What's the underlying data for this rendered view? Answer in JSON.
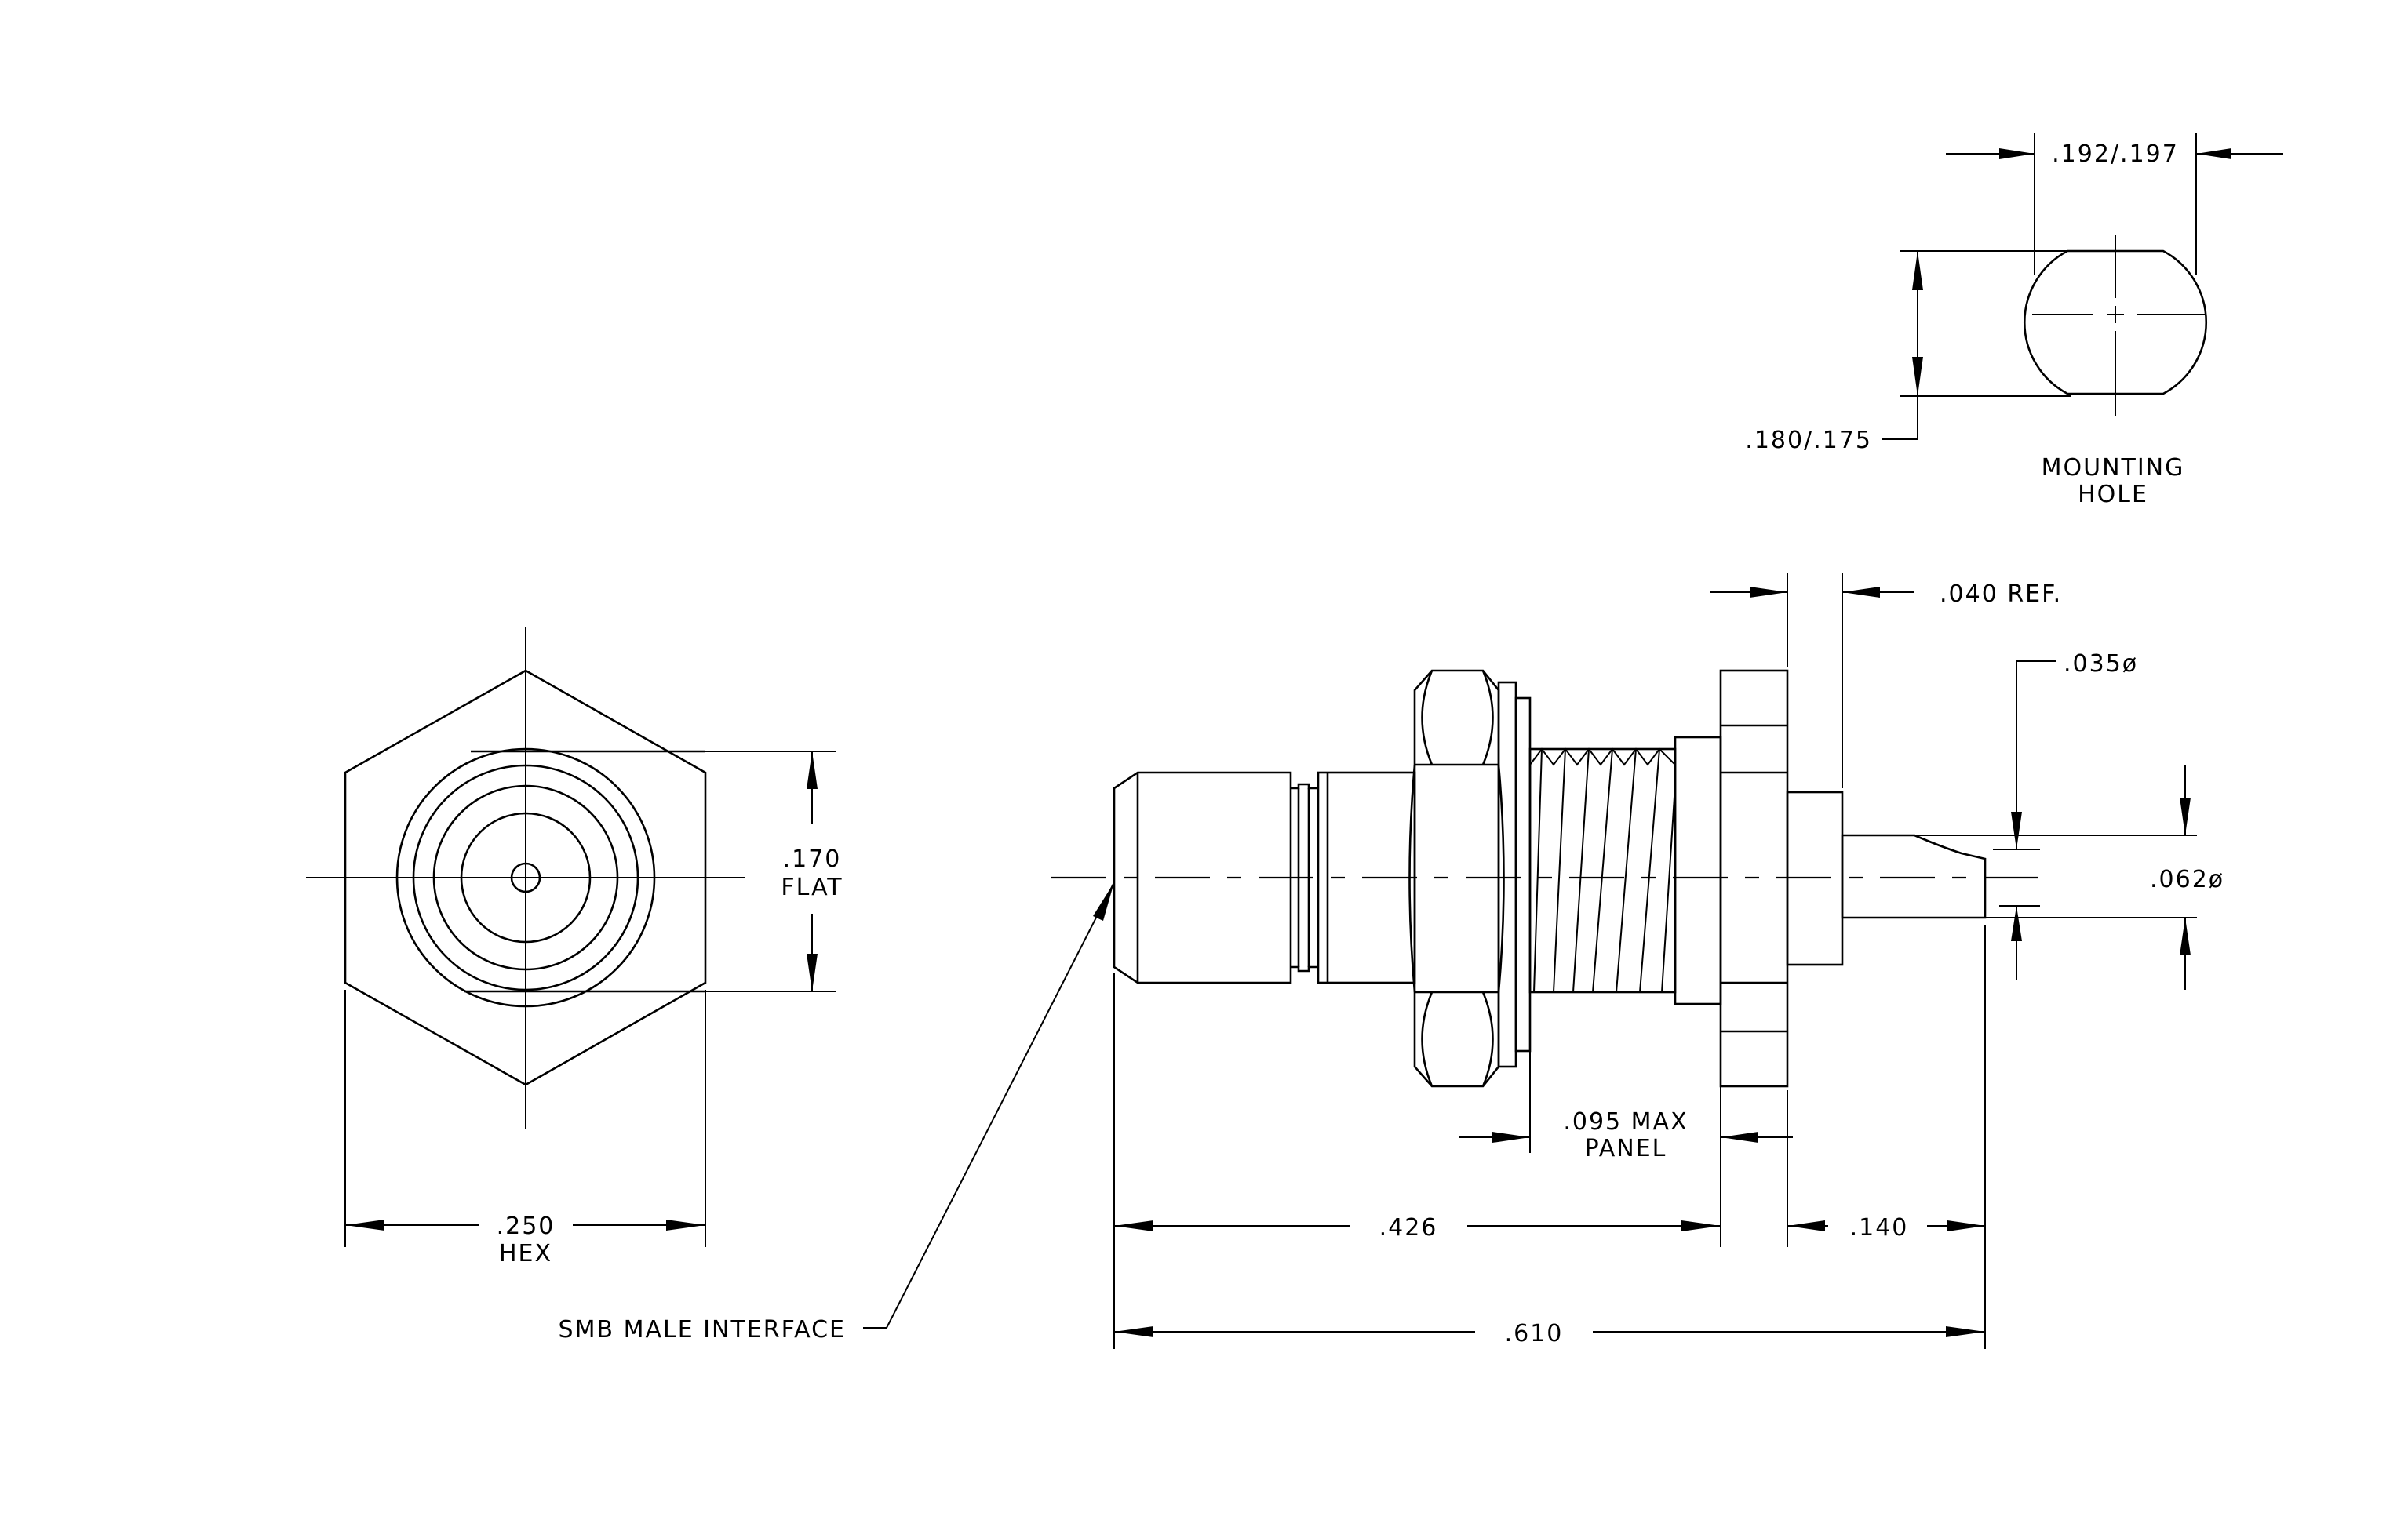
{
  "mounting_hole": {
    "width_dim": ".192/.197",
    "height_dim": ".180/.175",
    "label_line1": "MOUNTING",
    "label_line2": "HOLE"
  },
  "front_view": {
    "flat_dim": ".170",
    "flat_label": "FLAT",
    "hex_dim": ".250",
    "hex_label": "HEX"
  },
  "side_view": {
    "ref_dim": ".040 REF.",
    "pin_dim": ".035ø",
    "contact_dim": ".062ø",
    "panel_dim": ".095 MAX",
    "panel_label": "PANEL",
    "length_a": ".426",
    "length_b": ".140",
    "overall_length": ".610"
  },
  "callout": {
    "interface": "SMB MALE INTERFACE"
  }
}
